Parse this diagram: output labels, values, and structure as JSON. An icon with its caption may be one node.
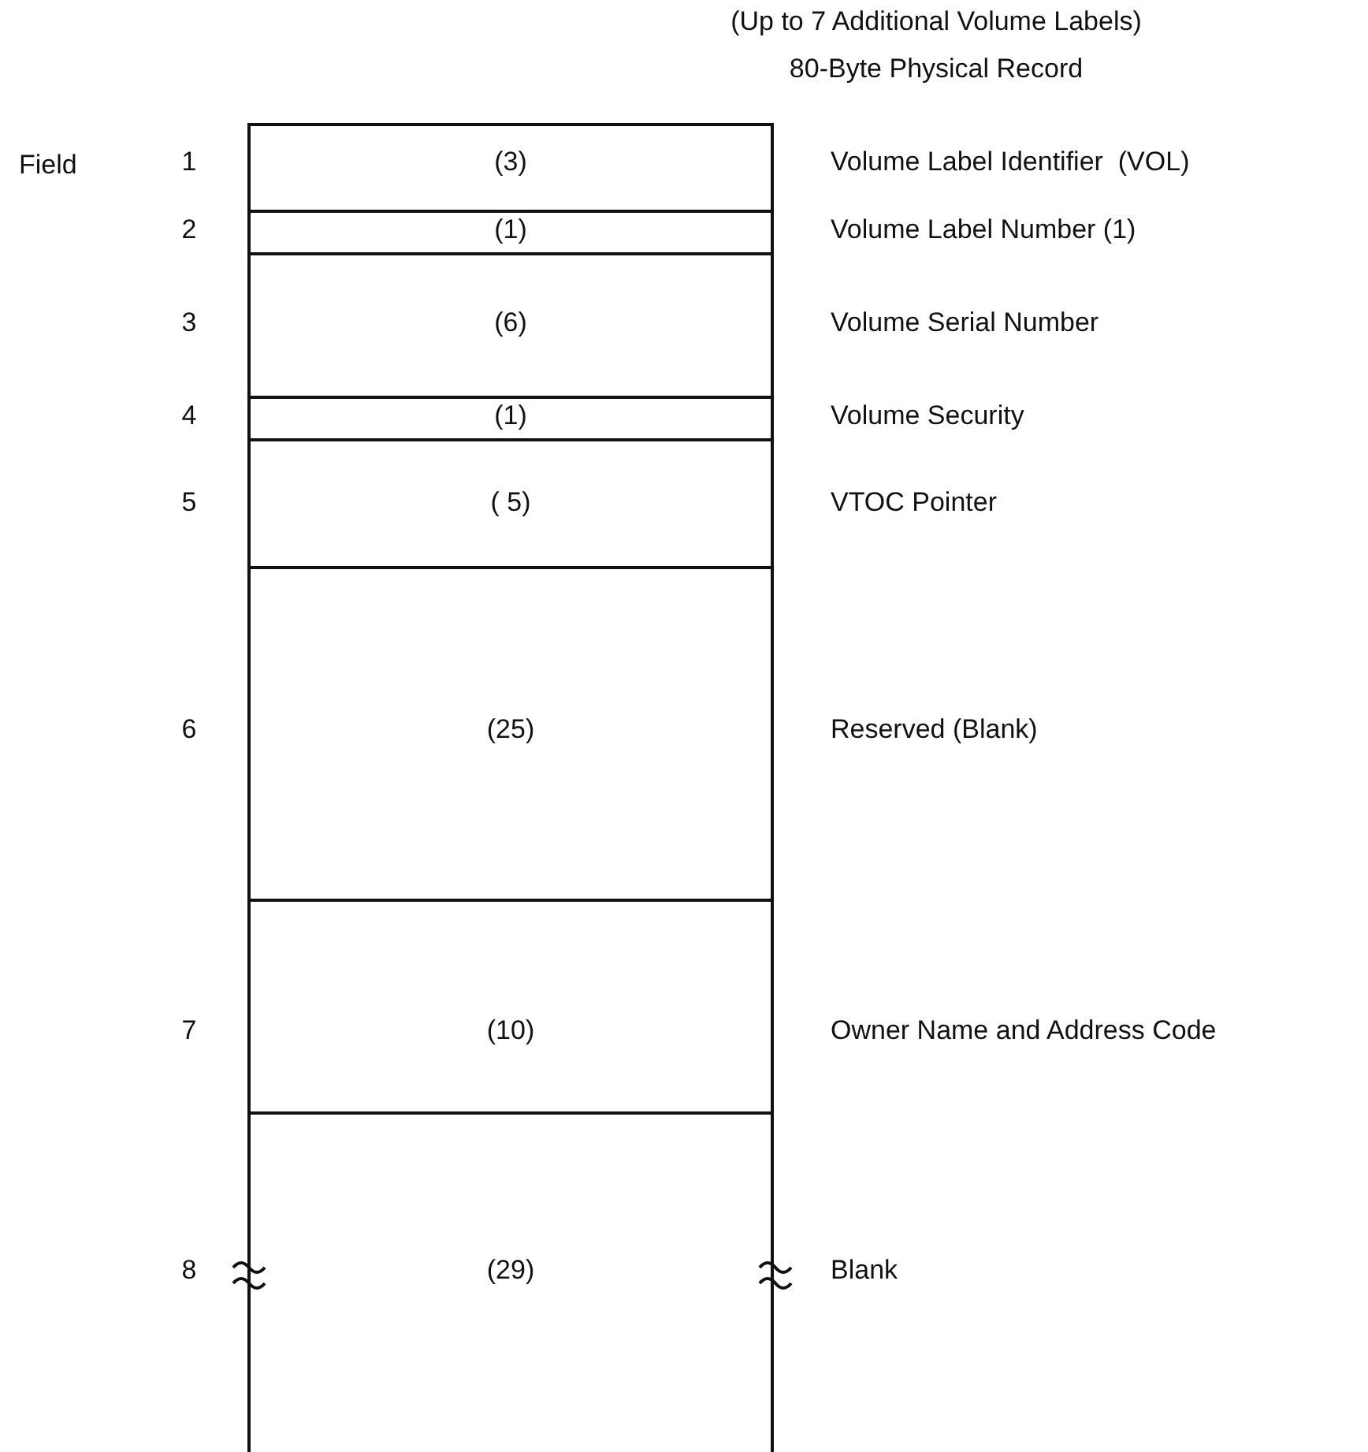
{
  "diagram": {
    "title": "(Up to 7 Additional Volume Labels)",
    "nodes": [
      {
        "text": [
          "(3)"
        ],
        "beside": [
          "1",
          "Volume Label Identifier  (VOL)"
        ]
      },
      {
        "text": [
          "(1)"
        ],
        "beside": [
          "2",
          "Volume Label Number (1)"
        ]
      },
      {
        "text": [
          "(6)"
        ],
        "beside": [
          "3",
          "Volume Serial Number"
        ]
      },
      {
        "text": [
          "(1)"
        ],
        "beside": [
          "4",
          "Volume Security"
        ]
      },
      {
        "text": [
          "( 5)"
        ],
        "beside": [
          "5",
          "VTOC Pointer"
        ]
      },
      {
        "text": [
          "(25)"
        ],
        "beside": [
          "6",
          "Reserved (Blank)"
        ]
      },
      {
        "text": [
          "(10)"
        ],
        "beside": [
          "7",
          "Owner Name and Address Code"
        ]
      },
      {
        "text": [
          "(29)"
        ],
        "beside": [
          "8",
          "Blank"
        ]
      }
    ],
    "labels": [
      "80-Byte Physical Record",
      "Field"
    ]
  }
}
